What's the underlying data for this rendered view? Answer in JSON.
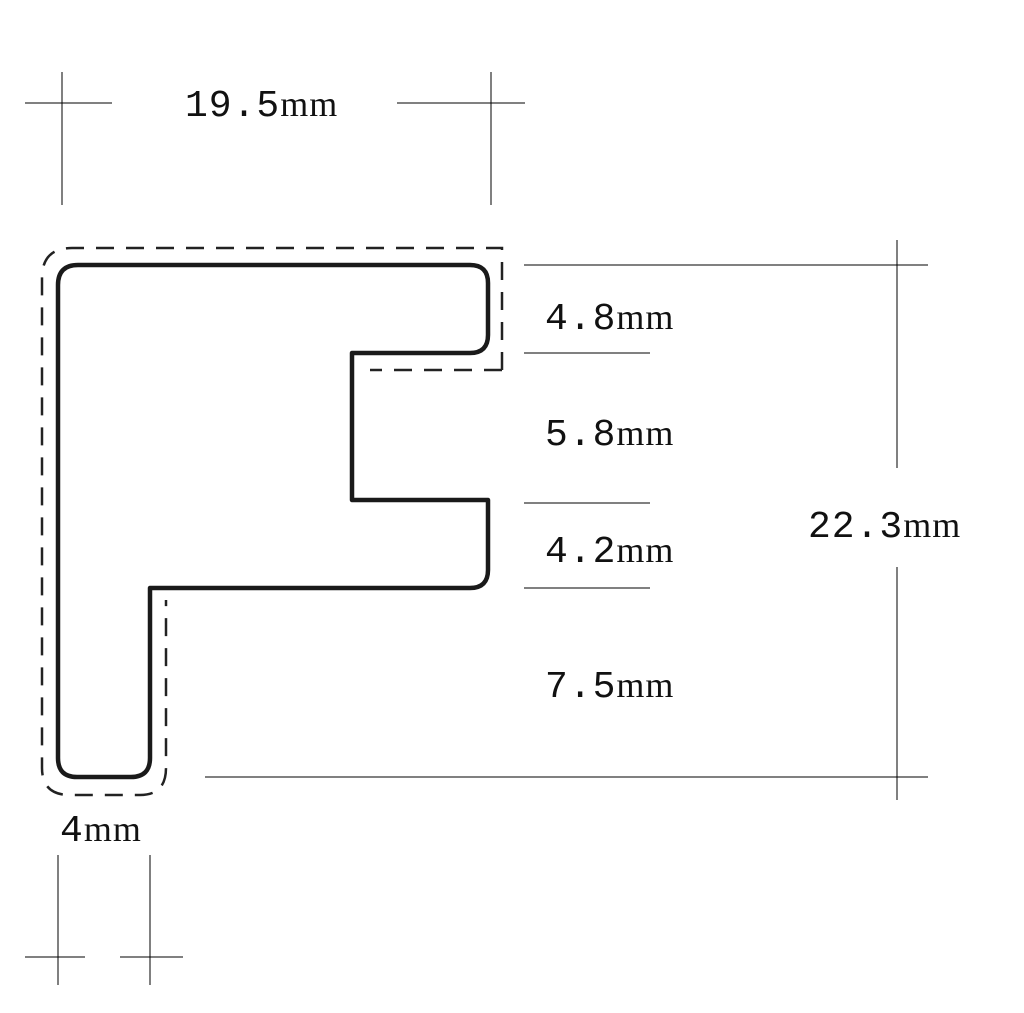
{
  "diagram": {
    "title_dimensions": {
      "width": "19.5",
      "height_total": "22.3",
      "segments": [
        "4.8",
        "5.8",
        "4.2",
        "7.5"
      ],
      "leg_width": "4",
      "unit": "mm"
    },
    "colors": {
      "stroke": "#1a1a1a",
      "background": "#ffffff"
    }
  }
}
